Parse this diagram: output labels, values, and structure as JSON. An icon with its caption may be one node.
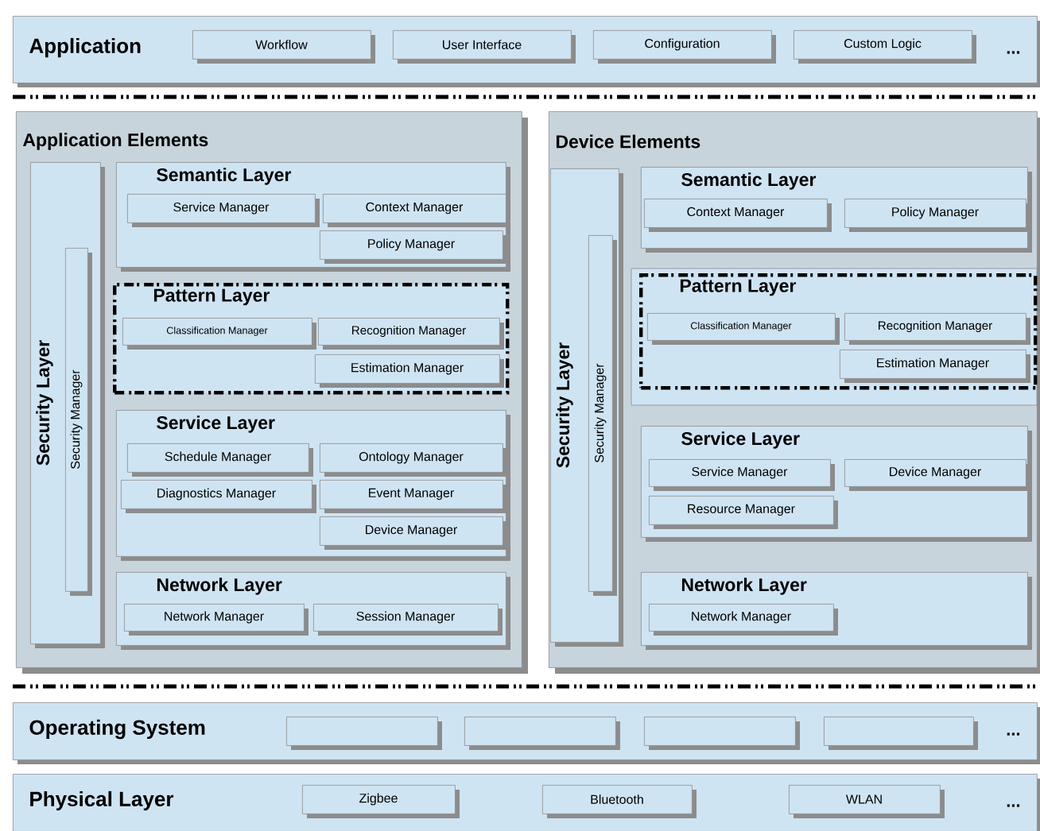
{
  "diagram": {
    "nodes": [
      {
        "text": [
          "Application",
          "..."
        ]
      },
      {
        "text": [
          "Workflow"
        ],
        "in": 0
      },
      {
        "text": [
          "User Interface"
        ],
        "in": 0
      },
      {
        "text": [
          "Configuration"
        ],
        "in": 0
      },
      {
        "text": [
          "Custom Logic"
        ],
        "in": 0
      },
      {
        "text": [
          "Application Elements"
        ]
      },
      {
        "text": [
          "Security Layer"
        ],
        "in": 5
      },
      {
        "text": [
          "Security Manager"
        ],
        "in": 6
      },
      {
        "text": [
          "Semantic Layer"
        ],
        "in": 5
      },
      {
        "text": [
          "Service Manager"
        ],
        "in": 8
      },
      {
        "text": [
          "Context Manager"
        ],
        "in": 8
      },
      {
        "text": [
          "Policy Manager"
        ],
        "in": 8
      },
      {
        "text": [
          "Pattern Layer"
        ],
        "in": 5
      },
      {
        "text": [
          "Classification Manager"
        ],
        "in": 12
      },
      {
        "text": [
          "Recognition Manager"
        ],
        "in": 12
      },
      {
        "text": [
          "Estimation Manager"
        ],
        "in": 12
      },
      {
        "text": [
          "Service Layer"
        ],
        "in": 5
      },
      {
        "text": [
          "Schedule Manager"
        ],
        "in": 16
      },
      {
        "text": [
          "Ontology Manager"
        ],
        "in": 16
      },
      {
        "text": [
          "Diagnostics Manager"
        ],
        "in": 16
      },
      {
        "text": [
          "Event Manager"
        ],
        "in": 16
      },
      {
        "text": [
          "Device Manager"
        ],
        "in": 16
      },
      {
        "text": [
          "Network Layer"
        ],
        "in": 5
      },
      {
        "text": [
          "Network Manager"
        ],
        "in": 22
      },
      {
        "text": [
          "Session Manager"
        ],
        "in": 22
      },
      {
        "text": [
          "Device Elements"
        ]
      },
      {
        "text": [
          "Security Layer"
        ],
        "in": 25
      },
      {
        "text": [
          "Security Manager"
        ],
        "in": 26
      },
      {
        "text": [
          "Semantic Layer"
        ],
        "in": 25
      },
      {
        "text": [
          "Context Manager"
        ],
        "in": 28
      },
      {
        "text": [
          "Policy Manager"
        ],
        "in": 28
      },
      {
        "text": [
          "Pattern Layer"
        ],
        "in": 25
      },
      {
        "text": [
          "Classification Manager"
        ],
        "in": 31
      },
      {
        "text": [
          "Recognition Manager"
        ],
        "in": 31
      },
      {
        "text": [
          "Estimation Manager"
        ],
        "in": 31
      },
      {
        "text": [
          "Service Layer"
        ],
        "in": 25
      },
      {
        "text": [
          "Service Manager"
        ],
        "in": 35
      },
      {
        "text": [
          "Device Manager"
        ],
        "in": 35
      },
      {
        "text": [
          "Resource Manager"
        ],
        "in": 35
      },
      {
        "text": [
          "Network Layer"
        ],
        "in": 25
      },
      {
        "text": [
          "Network Manager"
        ],
        "in": 39
      },
      {
        "text": [
          "Operating System",
          "..."
        ]
      },
      {
        "text": [],
        "shape": "box",
        "in": 41
      },
      {
        "text": [],
        "shape": "box",
        "in": 41
      },
      {
        "text": [],
        "shape": "box",
        "in": 41
      },
      {
        "text": [],
        "shape": "box",
        "in": 41
      },
      {
        "text": [
          "Physical Layer",
          "..."
        ]
      },
      {
        "text": [
          "Zigbee"
        ],
        "in": 46
      },
      {
        "text": [
          "Bluetooth"
        ],
        "in": 46
      },
      {
        "text": [
          "WLAN"
        ],
        "in": 46
      }
    ]
  }
}
